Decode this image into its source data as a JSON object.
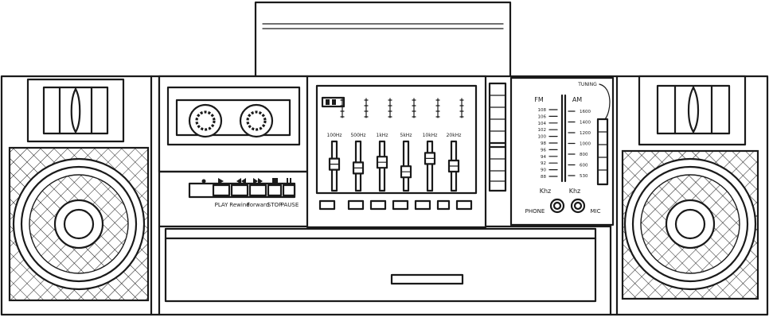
{
  "deck": {
    "buttons": [
      "PLAY",
      "Rewind",
      "Forward",
      "STOP",
      "PAUSE"
    ]
  },
  "equalizer": {
    "bands": [
      "100Hz",
      "500Hz",
      "1kHz",
      "5kHz",
      "10kHz",
      "20kHz"
    ],
    "levels": [
      0.55,
      0.45,
      0.6,
      0.35,
      0.7,
      0.5
    ]
  },
  "radio": {
    "tuning_label": "TUNING",
    "fm_label": "FM",
    "am_label": "AM",
    "fm_scale": [
      "108",
      "106",
      "104",
      "102",
      "100",
      "98",
      "96",
      "94",
      "92",
      "90",
      "88"
    ],
    "am_scale": [
      "1600",
      "1400",
      "1200",
      "1000",
      "800",
      "600",
      "530"
    ],
    "khz_left": "Khz",
    "khz_right": "Khz"
  },
  "jacks": {
    "phone_label": "PHONE",
    "mic_label": "MIC"
  }
}
